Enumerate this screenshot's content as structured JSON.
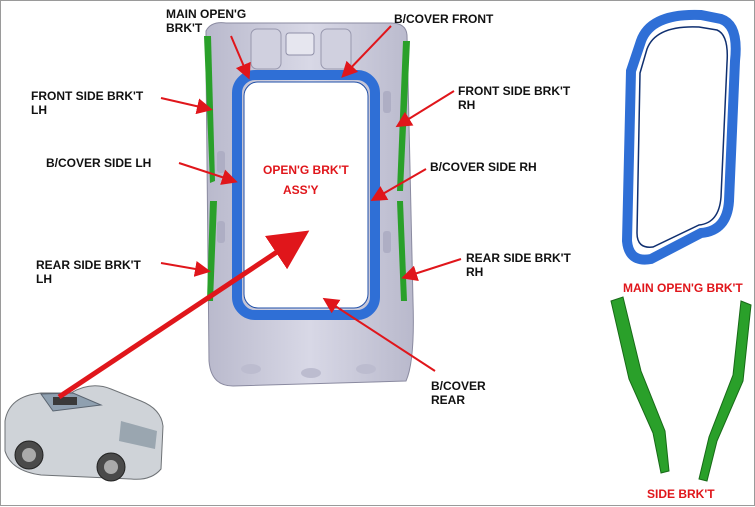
{
  "labels": {
    "main_openg_brkt": "MAIN OPEN'G\nBRK'T",
    "bcover_front": "B/COVER FRONT",
    "front_side_lh": "FRONT SIDE BRK'T\nLH",
    "front_side_rh": "FRONT SIDE BRK'T\nRH",
    "bcover_side_lh": "B/COVER SIDE LH",
    "bcover_side_rh": "B/COVER SIDE RH",
    "openg_assy_1": "OPEN'G BRK'T",
    "openg_assy_2": "ASS'Y",
    "rear_side_lh": "REAR SIDE BRK'T\nLH",
    "rear_side_rh": "REAR SIDE BRK'T\nRH",
    "bcover_rear": "B/COVER\nREAR",
    "main_openg_brkt_right": "MAIN OPEN'G BRK'T",
    "side_brkt": "SIDE BRK'T"
  },
  "colors": {
    "arrow": "#e0161b",
    "roof": "#c9c9dc",
    "frame": "#2f6fd6",
    "bracket": "#2aa02a",
    "label_red": "#e0161b"
  }
}
